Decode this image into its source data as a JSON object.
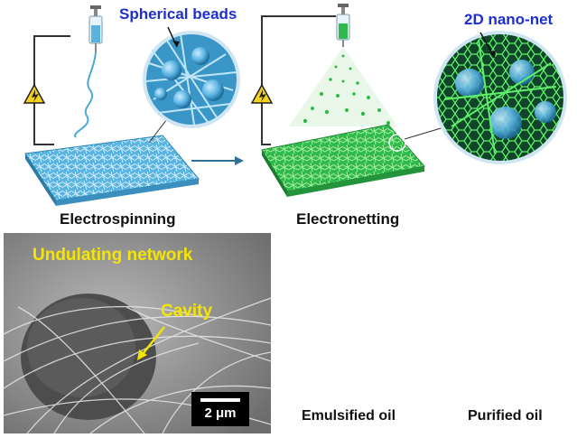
{
  "labels": {
    "spherical_beads": "Spherical beads",
    "nano_net": "2D nano-net",
    "electrospinning": "Electrospinning",
    "electronetting": "Electronetting",
    "undulating_network": "Undulating network",
    "cavity": "Cavity",
    "scale_bar": "2 μm",
    "emulsified_oil": "Emulsified oil",
    "purified_oil": "Purified oil"
  },
  "colors": {
    "fiber_blue": "#4aa9d8",
    "fiber_green": "#2db84a",
    "title_blue": "#1e2fd0",
    "sem_yellow": "#f4e600",
    "oil": "#e3b422",
    "sky": "#d7ecf6"
  }
}
